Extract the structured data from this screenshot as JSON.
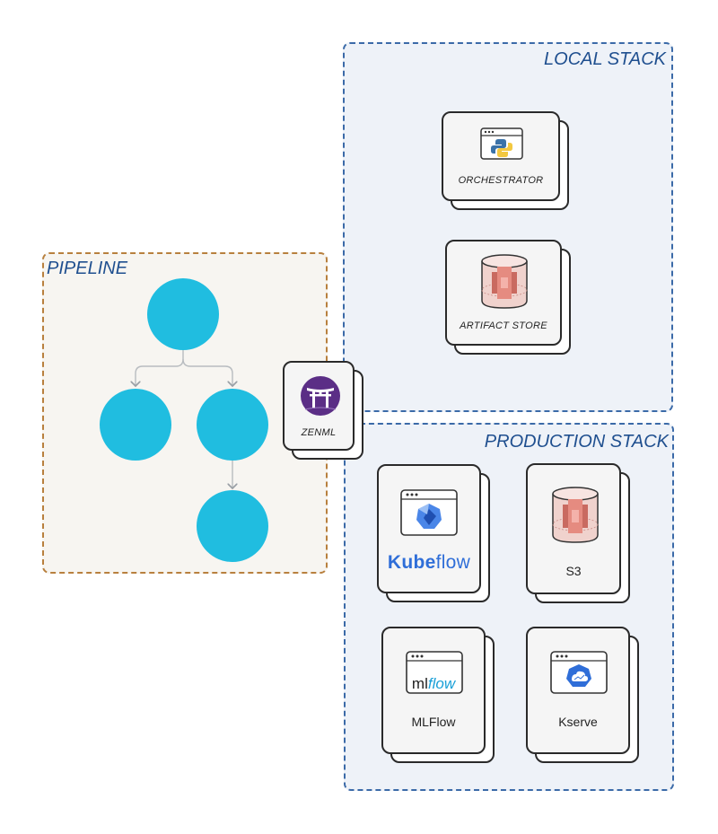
{
  "regions": {
    "local": {
      "title": "LOCAL STACK"
    },
    "pipeline": {
      "title": "PIPELINE"
    },
    "production": {
      "title": "PRODUCTION STACK"
    }
  },
  "components": {
    "orchestrator": {
      "label": "ORCHESTRATOR",
      "icon": "python-window-icon"
    },
    "artifact_store": {
      "label": "ARTIFACT STORE",
      "icon": "s3-bucket-icon"
    },
    "zenml": {
      "label": "ZENML",
      "icon": "zenml-torii-icon"
    },
    "kubeflow": {
      "label_bold": "Kube",
      "label_light": "flow",
      "icon": "kubeflow-icon"
    },
    "s3": {
      "label": "S3",
      "icon": "s3-bucket-icon"
    },
    "mlflow": {
      "label": "MLFlow",
      "logo_ml": "ml",
      "logo_flow": "flow",
      "icon": "mlflow-icon"
    },
    "kserve": {
      "label": "Kserve",
      "icon": "kserve-icon"
    }
  },
  "colors": {
    "node": "#20bde0",
    "stack_border": "#3b6aa8",
    "pipeline_border": "#b8803e",
    "title": "#1f4f8f",
    "zenml": "#5b2e86",
    "kubeflow": "#2f6ed8",
    "s3": "#e58b80"
  }
}
